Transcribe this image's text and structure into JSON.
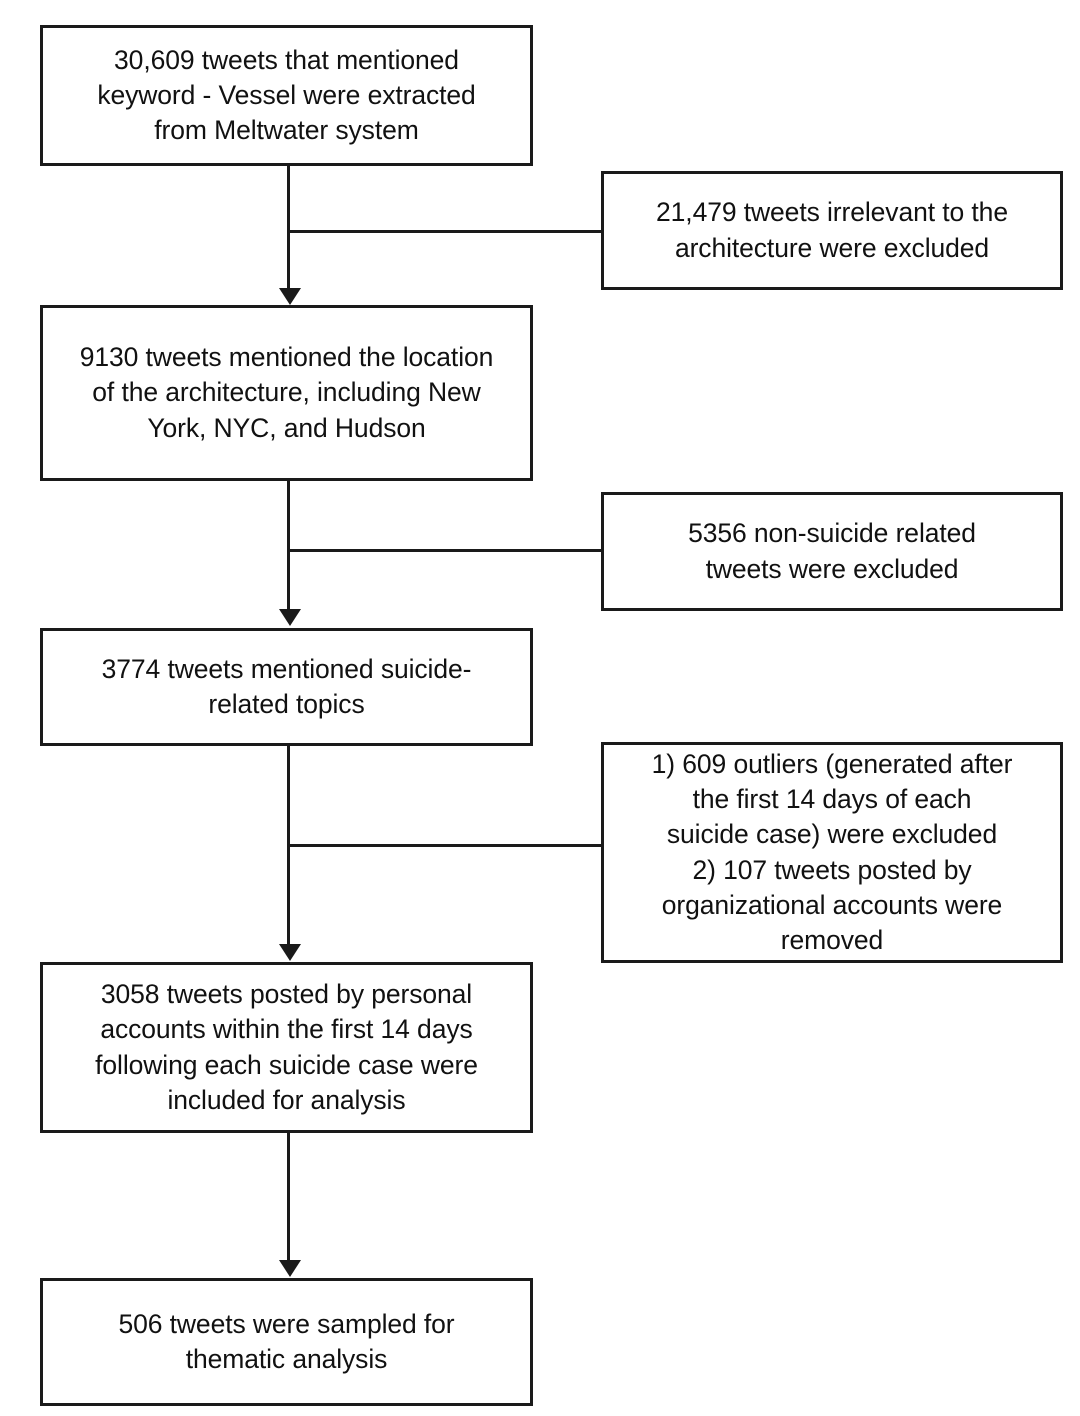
{
  "diagram": {
    "type": "flowchart",
    "orientation": "vertical-with-right-exclusion-branches",
    "colors": {
      "stroke": "#1a1a1a",
      "fill": "#ffffff",
      "text": "#111111"
    },
    "nodes": {
      "extracted": {
        "text": "30,609 tweets that mentioned\nkeyword - Vessel were extracted\nfrom Meltwater system",
        "count": 30609
      },
      "irrelevant": {
        "text": "21,479 tweets irrelevant to the\narchitecture were excluded",
        "count": 21479
      },
      "location": {
        "text": "9130 tweets mentioned the location\nof the architecture, including New\nYork, NYC, and Hudson",
        "count": 9130
      },
      "nonsuicide": {
        "text": "5356 non-suicide related\ntweets were excluded",
        "count": 5356
      },
      "suicide": {
        "text": "3774 tweets mentioned suicide-\nrelated topics",
        "count": 3774
      },
      "outliers": {
        "text": "1) 609 outliers (generated after\nthe first 14 days of each\nsuicide case) were excluded\n2) 107 tweets posted by\norganizational accounts were\nremoved",
        "count_outliers": 609,
        "count_organizational": 107
      },
      "personal": {
        "text": "3058 tweets posted by personal\naccounts within the first 14 days\nfollowing each suicide case were\nincluded for analysis",
        "count": 3058
      },
      "sampled": {
        "text": "506 tweets were sampled for\nthematic analysis",
        "count": 506
      }
    }
  }
}
